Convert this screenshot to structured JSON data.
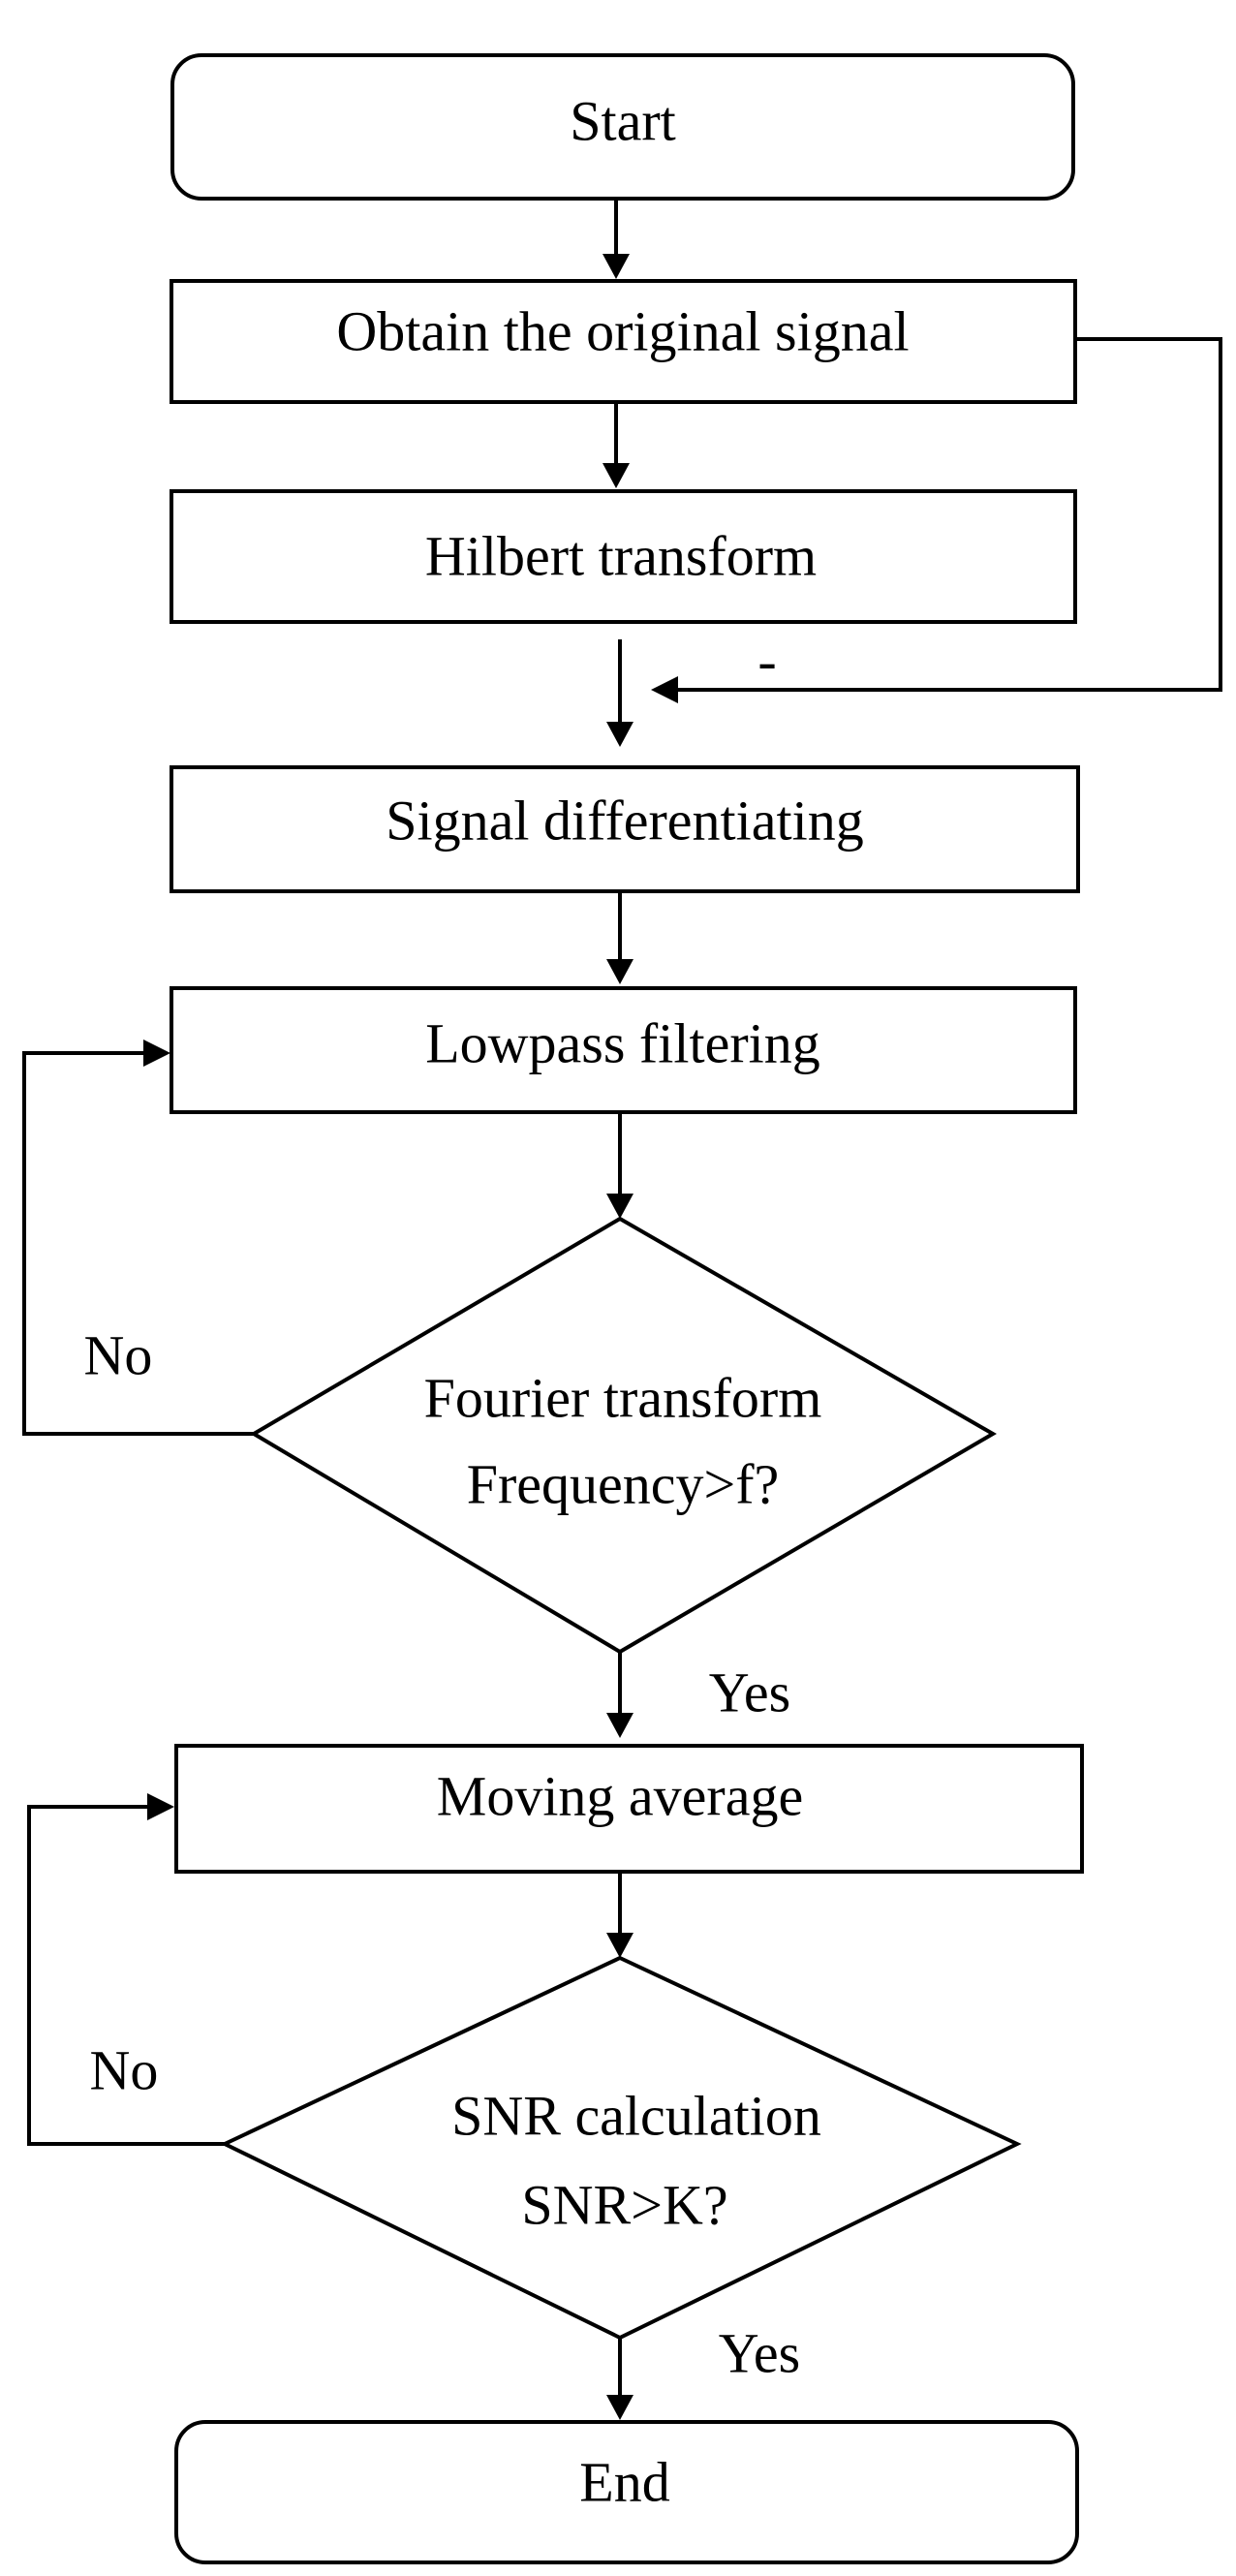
{
  "nodes": {
    "start": "Start",
    "obtain": "Obtain the original signal",
    "hilbert": "Hilbert transform",
    "differentiating": "Signal differentiating",
    "lowpass": "Lowpass filtering",
    "fourier_line1": "Fourier transform",
    "fourier_line2": "Frequency>f?",
    "moving_average": "Moving average",
    "snr_line1": "SNR calculation",
    "snr_line2": "SNR>K?",
    "end": "End"
  },
  "labels": {
    "minus": "-",
    "fourier_no": "No",
    "fourier_yes": "Yes",
    "snr_no": "No",
    "snr_yes": "Yes"
  }
}
